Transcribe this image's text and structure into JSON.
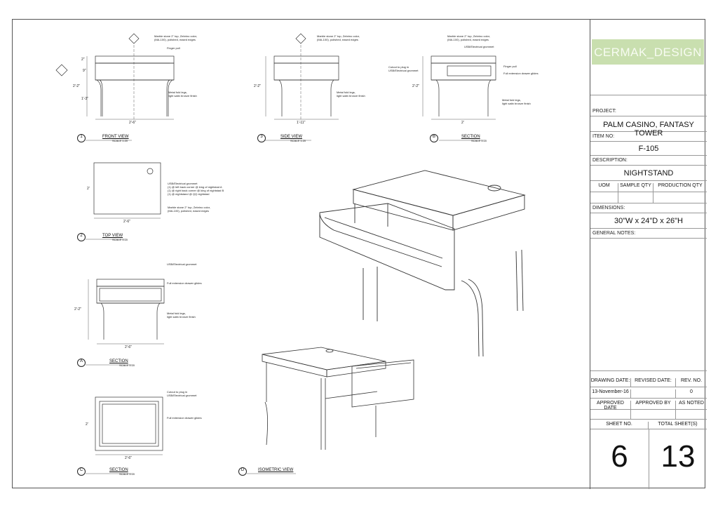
{
  "title_block": {
    "logo": "CERMAK_DESIGN",
    "project_label": "PROJECT:",
    "project": "PALM CASINO, FANTASY TOWER",
    "item_no_label": "ITEM NO:",
    "item_no": "F-105",
    "description_label": "DESCRIPTION:",
    "description": "NIGHTSTAND",
    "qty_headers": [
      "UOM",
      "SAMPLE QTY",
      "PRODUCTION QTY"
    ],
    "dimensions_label": "DIMENSIONS:",
    "dimensions": "30\"W x 24\"D x 26\"H",
    "general_notes_label": "GENERAL NOTES:",
    "drawing_date_label": "DRAWING DATE:",
    "revised_date_label": "REVISED DATE:",
    "rev_no_label": "REV. NO.",
    "drawing_date": "13-November-16",
    "rev_no": "0",
    "approved_date_label": "APPROVED DATE",
    "approved_by_label": "APPROVED BY",
    "as_noted": "AS NOTED",
    "sheet_no_label": "SHEET NO.",
    "total_sheets_label": "TOTAL SHEET(S)",
    "sheet_no": "6",
    "total_sheets": "13"
  },
  "views": {
    "front": {
      "num": "1",
      "name": "FRONT VIEW",
      "scale": "SCALE 1:20"
    },
    "side": {
      "num": "3",
      "name": "SIDE VIEW",
      "scale": "SCALE 1:20"
    },
    "section_b": {
      "num": "B",
      "name": "SECTION",
      "scale": "SCALE 1:20"
    },
    "top": {
      "num": "2",
      "name": "TOP VIEW",
      "scale": "SCALE 1:20"
    },
    "section_a": {
      "num": "A",
      "name": "SECTION",
      "scale": "SCALE 1:20"
    },
    "section_c": {
      "num": "C",
      "name": "SECTION",
      "scale": "SCALE 1:20"
    },
    "iso": {
      "num": "D",
      "name": "ISOMETRIC VIEW"
    }
  },
  "notes": {
    "marble": "Marble stone 2\" top, Zebrino color,\n(MA-100), polished, eased edges",
    "finger_pull": "Finger pull",
    "legs": "Metal fold legs,\nlight satin bronze finish",
    "usb": "USB/Electrical grommet",
    "cutout": "Cutout to plug in\nUSB/Electrical grommet",
    "glides": "Full extension drawer glides",
    "usb_top": "USB/Electrical grommet\n(1) @ left back corner @ king of nightstad A\n(1) @ right back corner @ king of nightstad B\n(1) @ nightstand @ QQ nightstad"
  },
  "dims": {
    "w30": "2'-6\"",
    "w23": "1'-11\"",
    "w2": "2'",
    "h22": "2'-2\"",
    "h13": "1'-3\"",
    "h2": "2\"",
    "h9": "9\"",
    "h2b": "2'"
  }
}
